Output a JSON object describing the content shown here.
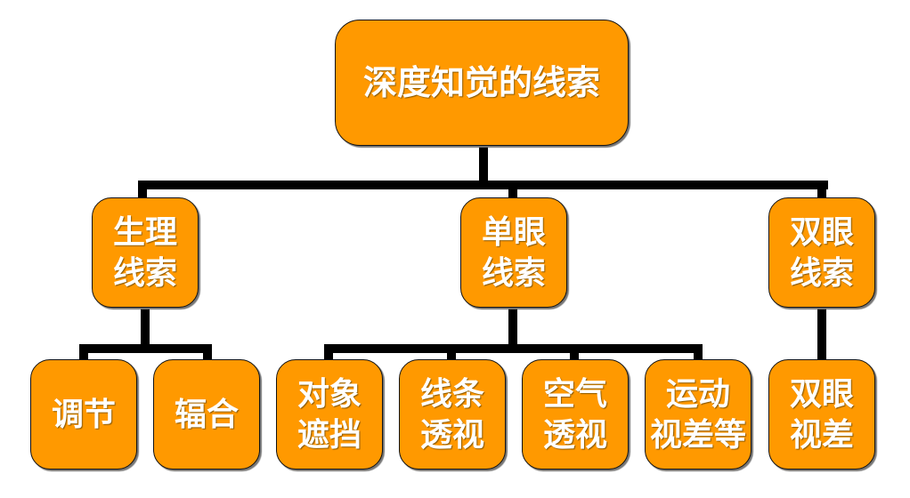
{
  "root": {
    "label": "深度知觉的线索"
  },
  "level2": [
    {
      "label": "生理\n线索"
    },
    {
      "label": "单眼\n线索"
    },
    {
      "label": "双眼\n线索"
    }
  ],
  "level3": [
    {
      "label": "调节"
    },
    {
      "label": "辐合"
    },
    {
      "label": "对象\n遮挡"
    },
    {
      "label": "线条\n透视"
    },
    {
      "label": "空气\n透视"
    },
    {
      "label": "运动\n视差等"
    },
    {
      "label": "双眼\n视差"
    }
  ],
  "colors": {
    "box": "#FF9900",
    "connector": "#000000",
    "text": "#FFFFFF"
  }
}
